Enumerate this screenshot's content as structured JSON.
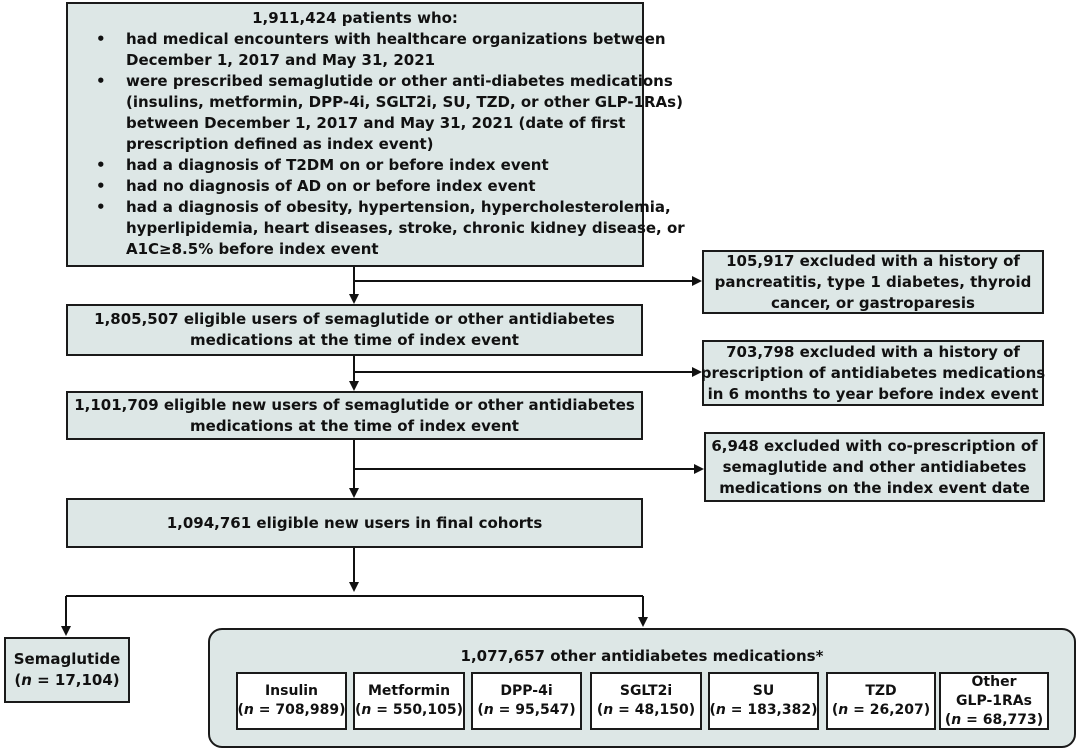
{
  "top_box": {
    "title": "1,911,424 patients who:",
    "bullets": [
      [
        "had medical encounters with healthcare organizations  between",
        "December 1, 2017 and May 31, 2021"
      ],
      [
        "were prescribed semaglutide or other anti-diabetes medications",
        "(insulins, metformin, DPP-4i, SGLT2i, SU, TZD, or other GLP-1RAs)",
        "between December 1, 2017 and May 31, 2021 (date of first",
        "prescription defined as index event)"
      ],
      [
        "had a diagnosis of T2DM on or before index event"
      ],
      [
        "had no diagnosis of AD on or before index event"
      ],
      [
        "had a diagnosis of obesity, hypertension, hypercholesterolemia,",
        "hyperlipidemia, heart diseases, stroke, chronic kidney disease, or",
        "A1C≥8.5% before index event"
      ]
    ]
  },
  "exclusion_1": [
    "105,917 excluded with a history of",
    "pancreatitis, type 1 diabetes, thyroid",
    "cancer, or gastroparesis"
  ],
  "step_1": [
    "1,805,507 eligible users of semaglutide or other antidiabetes",
    "medications at the time of index event"
  ],
  "exclusion_2": [
    "703,798 excluded with a history of",
    "prescription of antidiabetes medications",
    "in 6 months to year before index event"
  ],
  "step_2": [
    "1,101,709 eligible new users of semaglutide or other antidiabetes",
    "medications at the time of index event"
  ],
  "exclusion_3": [
    "6,948 excluded with co-prescription of",
    "semaglutide and other antidiabetes",
    "medications on the index event date"
  ],
  "final": "1,094,761 eligible new users in final cohorts",
  "semaglutide": {
    "name": "Semaglutide",
    "n_label": "n",
    "n_value": " = 17,104)"
  },
  "others_title": "1,077,657 other antidiabetes medications*",
  "medications": [
    {
      "name": "Insulin",
      "n_value": " = 708,989)"
    },
    {
      "name": "Metformin",
      "n_value": " = 550,105)"
    },
    {
      "name": "DPP-4i",
      "n_value": " = 95,547)"
    },
    {
      "name": "SGLT2i",
      "n_value": " = 48,150)"
    },
    {
      "name": "SU",
      "n_value": " = 183,382)"
    },
    {
      "name": "TZD",
      "n_value": " = 26,207)"
    },
    {
      "name": "Other\nGLP-1RAs",
      "n_value": " = 68,773)"
    }
  ]
}
